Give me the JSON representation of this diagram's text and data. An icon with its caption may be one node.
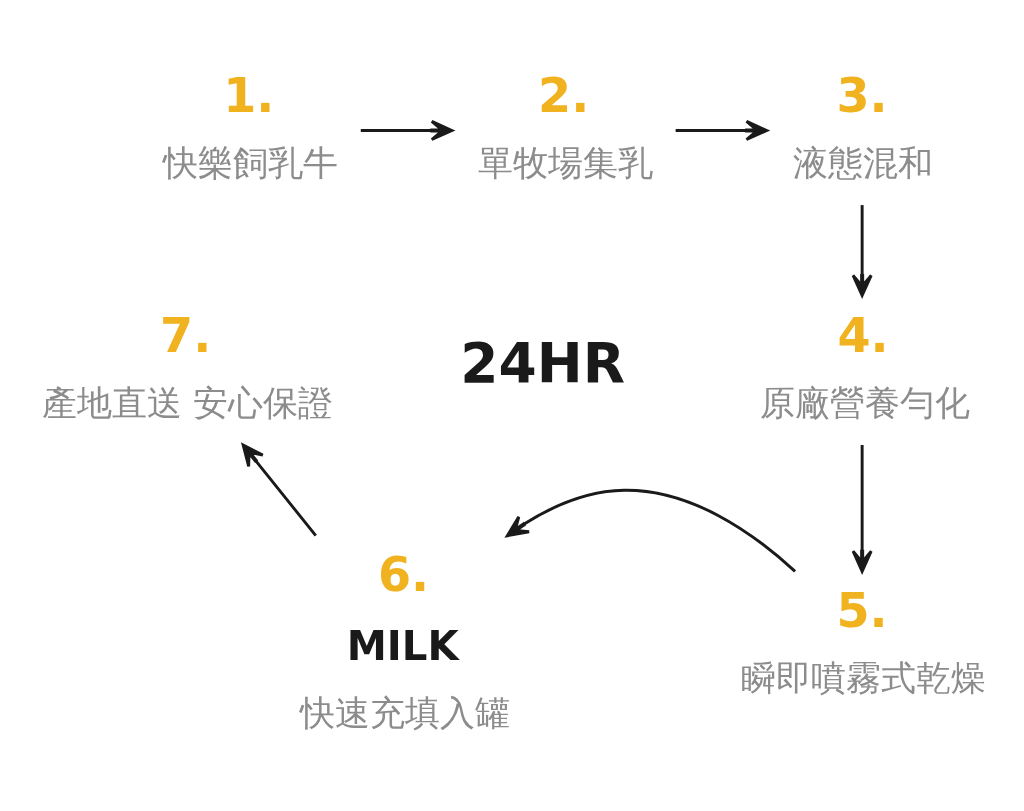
{
  "diagram": {
    "nodes": [
      {
        "text": [
          "1.",
          "快樂飼乳牛"
        ]
      },
      {
        "text": [
          "2.",
          "單牧場集乳"
        ]
      },
      {
        "text": [
          "3.",
          "液態混和"
        ]
      },
      {
        "text": [
          "4.",
          "原廠營養勻化"
        ]
      },
      {
        "text": [
          "5.",
          "瞬即噴霧式乾燥"
        ]
      },
      {
        "text": [
          "6.",
          "MILK",
          "快速充填入罐"
        ]
      },
      {
        "text": [
          "7.",
          "產地直送 安心保證"
        ]
      }
    ],
    "edges": [
      {
        "from": 0,
        "to": 1,
        "arrow": "to"
      },
      {
        "from": 1,
        "to": 2,
        "arrow": "to"
      },
      {
        "from": 2,
        "to": 3,
        "arrow": "to"
      },
      {
        "from": 3,
        "to": 4,
        "arrow": "to"
      },
      {
        "from": 4,
        "to": 5,
        "arrow": "to"
      },
      {
        "from": 5,
        "to": 6,
        "arrow": "to"
      }
    ],
    "labels": [
      "24HR"
    ]
  }
}
